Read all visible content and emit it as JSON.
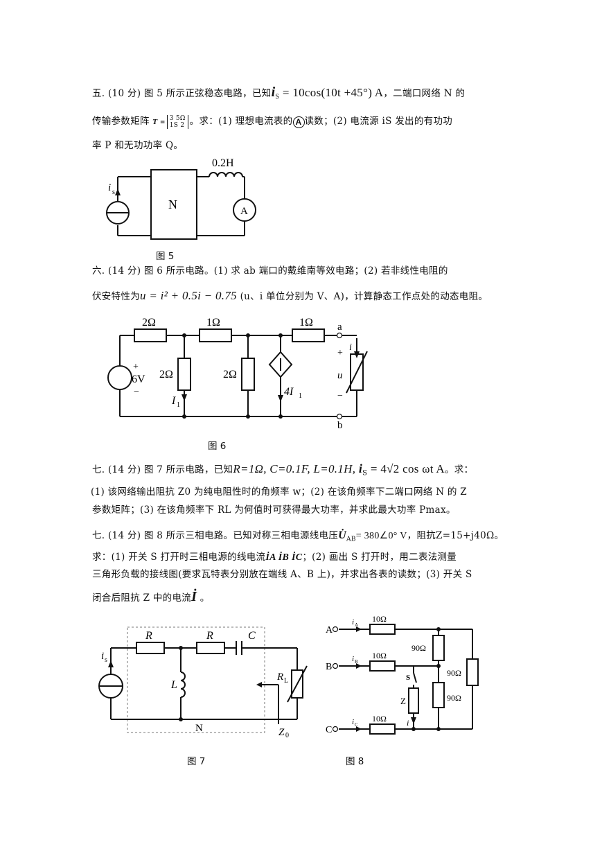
{
  "problem5": {
    "prefix": "五. (10 分) 图 5 所示正弦稳态电路，已知",
    "is_symbol": "i",
    "is_sub": "S",
    "formula": "= 10cos(10t +45°) A",
    "suffix": "，二端口网络 N 的",
    "line2_prefix": "传输参数矩阵",
    "matrix_T": "T =",
    "matrix_r1": "3   5Ω",
    "matrix_r2": "1S   2",
    "line2_mid": "。求：(1) 理想电流表的",
    "ammeter": "A",
    "line2_suffix": "读数；(2) 电流源 iS 发出的有功功",
    "line3": "率 P 和无功功率 Q。",
    "fig_inductor": "0.2H",
    "fig_block": "N",
    "fig_ammeter": "A",
    "fig_source": "i",
    "fig_source_sub": "s",
    "caption": "图 5"
  },
  "problem6": {
    "line1": "六. (14 分) 图 6 所示电路。(1) 求 ab 端口的戴维南等效电路；(2) 若非线性电阻的",
    "line2_prefix": "伏安特性为",
    "formula": "u = i² + 0.5i − 0.75",
    "line2_suffix": "(u、i 单位分别为 V、A)，计算静态工作点处的动态电阻。",
    "r1": "2Ω",
    "r2": "1Ω",
    "r3": "1Ω",
    "r4": "2Ω",
    "r5": "2Ω",
    "source_v": "6V",
    "plus": "+",
    "minus": "−",
    "dep_source": "4I",
    "dep_sub": "1",
    "i1": "I",
    "i1_sub": "1",
    "node_a": "a",
    "node_b": "b",
    "u_label": "u",
    "i_label": "i",
    "caption": "图 6"
  },
  "problem7a": {
    "line1_prefix": "七. (14 分) 图 7 所示电路，已知",
    "params": "R=1Ω, C=0.1F, L=0.1H,",
    "is_formula": "i",
    "is_sub": "S",
    "formula": "= 4√2 cos ωt A",
    "line1_suffix": "。求：",
    "line2": "(1) 该网络输出阻抗 Z0 为纯电阻性时的角频率 w；(2) 在该角频率下二端口网络 N 的 Z",
    "line3": "参数矩阵；(3) 在该角频率下 RL 为何值时可获得最大功率，并求此最大功率 Pmax。",
    "fig_R1": "R",
    "fig_R2": "R",
    "fig_C": "C",
    "fig_L": "L",
    "fig_RL": "R",
    "fig_RL_sub": "L",
    "fig_N": "N",
    "fig_Z0": "Z",
    "fig_Z0_sub": "0",
    "fig_is": "i",
    "fig_is_sub": "s",
    "caption": "图 7"
  },
  "problem7b": {
    "line1_prefix": "七. (14 分) 图 8 所示三相电路。已知对称三相电源线电压",
    "uab": "U̇",
    "uab_sub": "AB",
    "uab_value": "= 380∠0° V",
    "line1_suffix": "，阻抗Z=15+j40Ω。",
    "line2_prefix": "求：(1) 开关 S 打开时三相电源的线电流",
    "currents": "İA  İB  İC",
    "line2_suffix": "；(2) 画出 S 打开时，用二表法测量",
    "line3": "三角形负载的接线图(要求瓦特表分别放在端线 A、B 上)，并求出各表的读数；(3) 开关 S",
    "line4_prefix": "闭合后阻抗 Z 中的电流",
    "current_i": "İ",
    "line4_suffix": "。",
    "fig_A": "A",
    "fig_B": "B",
    "fig_C": "C",
    "fig_r": "10Ω",
    "fig_r90": "90Ω",
    "fig_S": "S",
    "fig_Z": "Z",
    "fig_i": "i",
    "fig_iA": "A",
    "fig_iB": "B",
    "fig_iC": "C",
    "caption": "图 8"
  }
}
